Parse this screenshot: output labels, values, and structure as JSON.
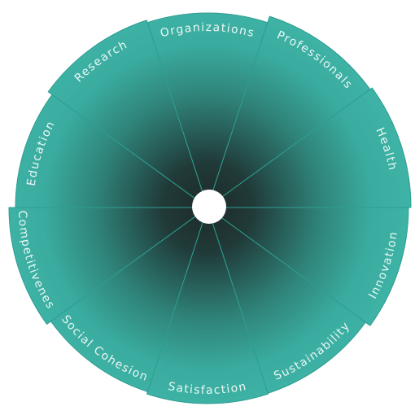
{
  "wheel": {
    "segments": [
      {
        "label": "Organizations"
      },
      {
        "label": "Professionals"
      },
      {
        "label": "Health"
      },
      {
        "label": "Innovation"
      },
      {
        "label": "Sustainability"
      },
      {
        "label": "Satisfaction"
      },
      {
        "label": "Social Cohesion"
      },
      {
        "label": "Competitiveness"
      },
      {
        "label": "Education"
      },
      {
        "label": "Research"
      }
    ],
    "colors": {
      "outer": "#3eb3a6",
      "inner": "#1e2a2a",
      "edge": "#2e9d91",
      "hub": "#ffffff"
    }
  }
}
